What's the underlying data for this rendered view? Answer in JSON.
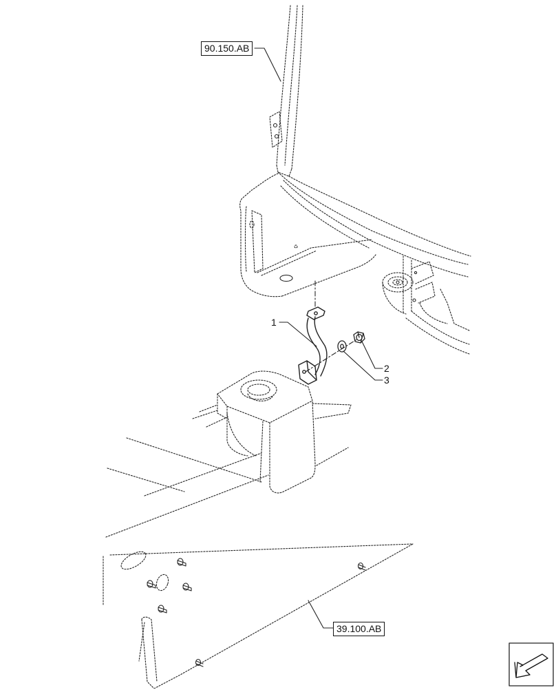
{
  "references": [
    {
      "id": "ref-top",
      "label": "90.150.AB"
    },
    {
      "id": "ref-bottom",
      "label": "39.100.AB"
    }
  ],
  "callouts": [
    {
      "id": "item-1",
      "label": "1"
    },
    {
      "id": "item-2",
      "label": "2"
    },
    {
      "id": "item-3",
      "label": "3"
    }
  ],
  "nav": {
    "icon": "next-page-arrow-icon"
  }
}
